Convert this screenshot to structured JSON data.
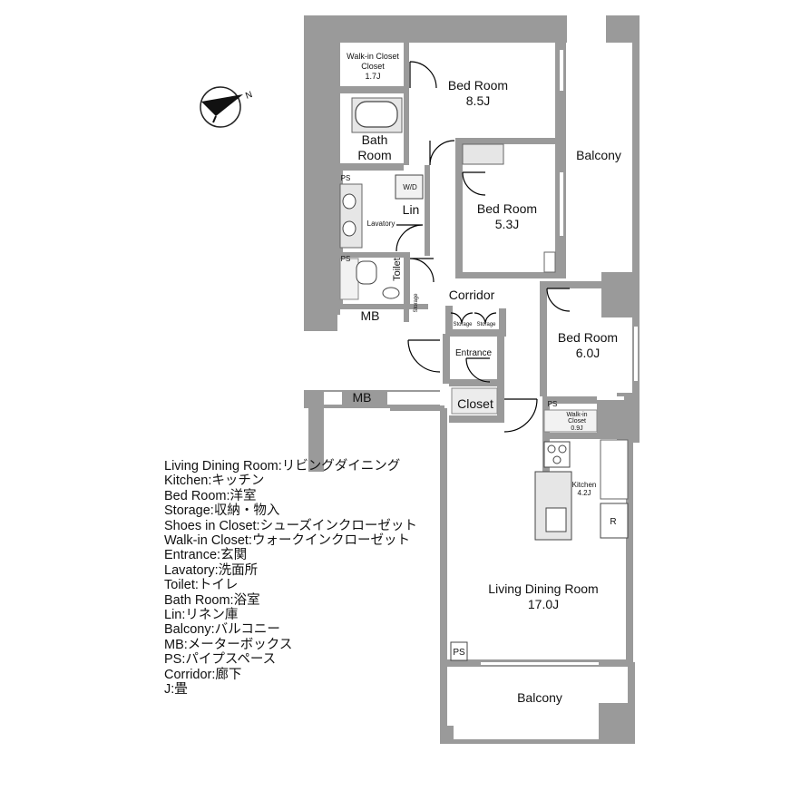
{
  "rooms": {
    "walk_in_closet_1": {
      "name": "Walk-in Closet",
      "size": "1.7J"
    },
    "bed_room_1": {
      "name": "Bed Room",
      "size": "8.5J"
    },
    "bath_room": {
      "name": "Bath Room"
    },
    "bed_room_2": {
      "name": "Bed Room",
      "size": "5.3J"
    },
    "balcony_upper": {
      "name": "Balcony"
    },
    "wd": {
      "name": "W/D"
    },
    "lin": {
      "name": "Lin"
    },
    "lavatory": {
      "name": "Lavatory"
    },
    "ps_1": {
      "name": "PS"
    },
    "ps_2": {
      "name": "PS"
    },
    "ps_3": {
      "name": "PS"
    },
    "ps_4": {
      "name": "PS"
    },
    "toilet": {
      "name": "Toilet"
    },
    "corridor": {
      "name": "Corridor"
    },
    "storage_1": {
      "name": "Storage"
    },
    "storage_2": {
      "name": "Storage"
    },
    "storage_3": {
      "name": "Storage"
    },
    "mb_1": {
      "name": "MB"
    },
    "mb_2": {
      "name": "MB"
    },
    "entrance": {
      "name": "Entrance"
    },
    "bed_room_3": {
      "name": "Bed Room",
      "size": "6.0J"
    },
    "closet": {
      "name": "Closet"
    },
    "walk_in_closet_2": {
      "name": "Walk-in Closet",
      "size": "0.9J"
    },
    "kitchen": {
      "name": "Kitchen",
      "size": "4.2J"
    },
    "fridge": {
      "name": "R"
    },
    "living": {
      "name": "Living Dining Room",
      "size": "17.0J"
    },
    "balcony_lower": {
      "name": "Balcony"
    }
  },
  "compass": {
    "label": "N"
  },
  "legend": [
    "Living Dining Room:リビングダイニング",
    "Kitchen:キッチン",
    "Bed Room:洋室",
    "Storage:収納・物入",
    "Shoes in Closet:シューズインクローゼット",
    "Walk-in Closet:ウォークインクローゼット",
    "Entrance:玄関",
    "Lavatory:洗面所",
    "Toilet:トイレ",
    "Bath Room:浴室",
    "Lin:リネン庫",
    "Balcony:バルコニー",
    "MB:メーターボックス",
    "PS:パイプスペース",
    "Corridor:廊下",
    "J:畳"
  ],
  "colors": {
    "wall": "#9a9a9a",
    "wall_dark": "#7d7d7d",
    "fixture": "#dcdcdc",
    "door": "#000000"
  }
}
